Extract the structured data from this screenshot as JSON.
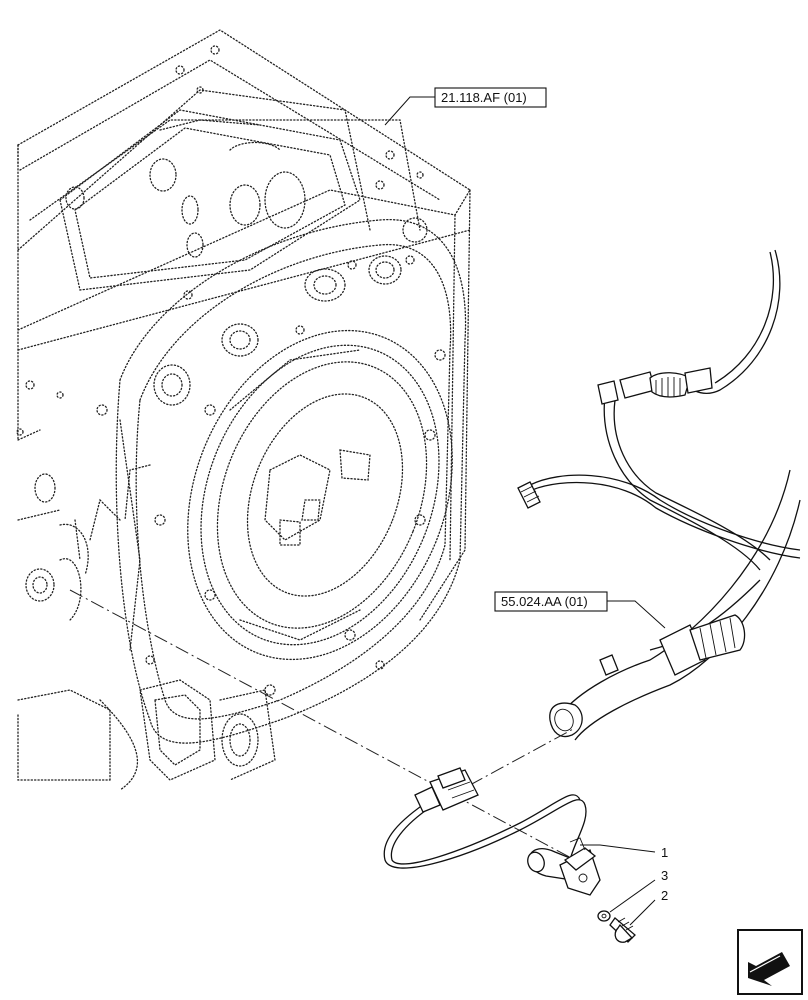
{
  "references": {
    "transmission_housing": "21.118.AF (01)",
    "wiring_harness": "55.024.AA (01)"
  },
  "callouts": {
    "sensor": "1",
    "bolt": "2",
    "washer": "3"
  },
  "nav_icon": "arrow-icon"
}
